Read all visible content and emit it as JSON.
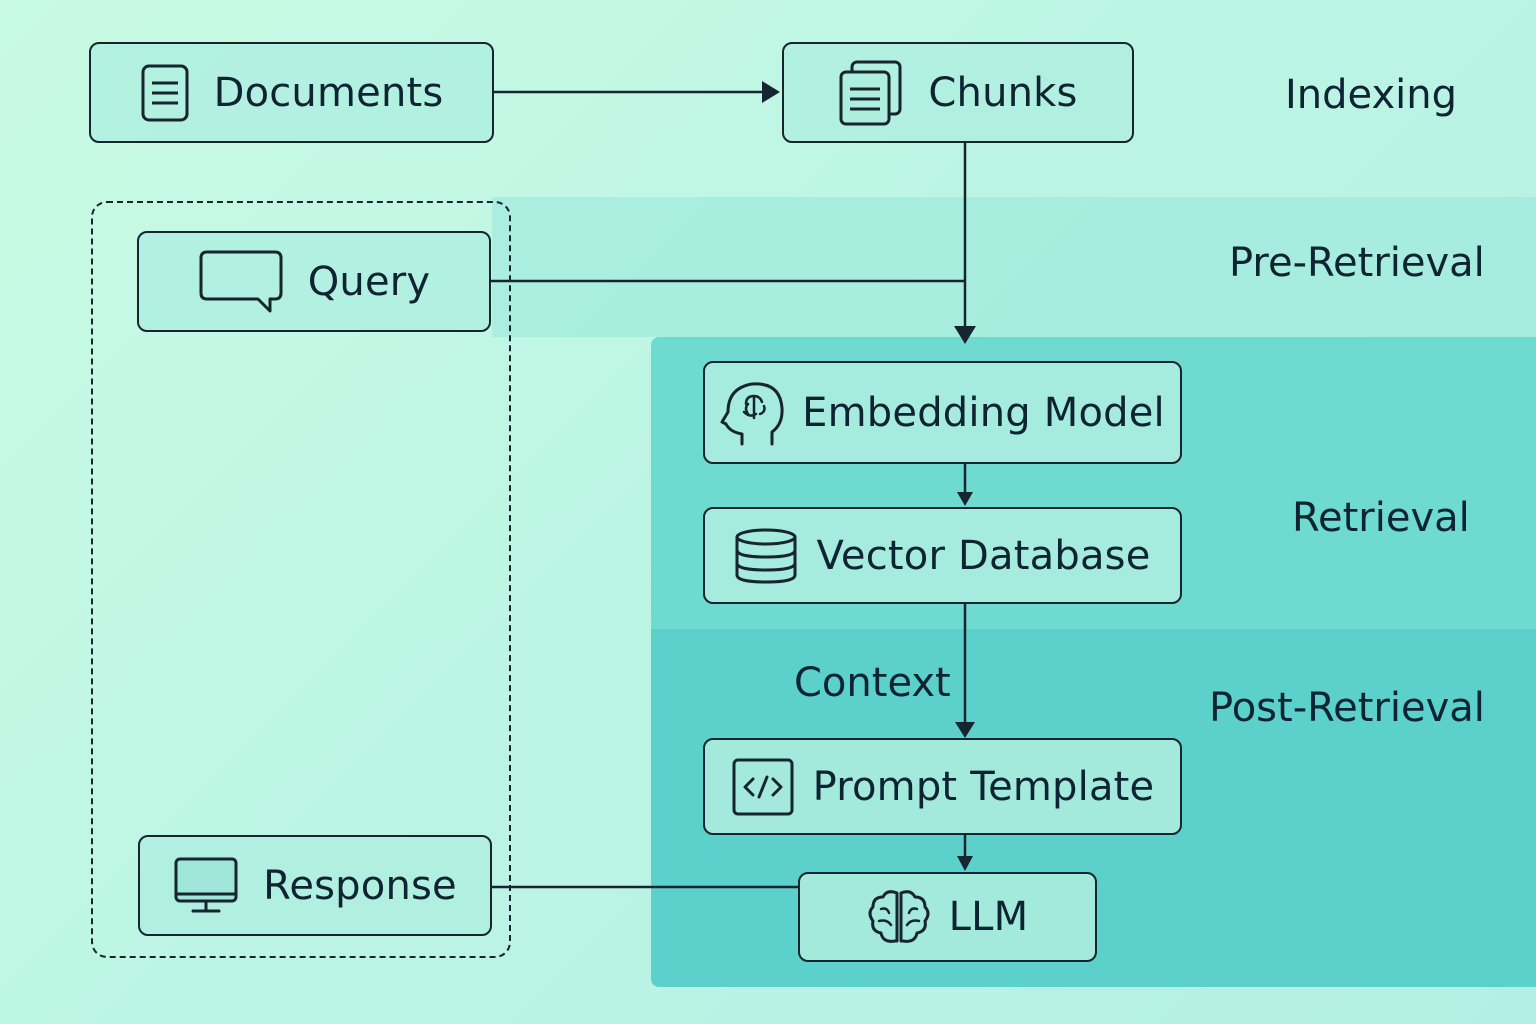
{
  "nodes": {
    "documents": {
      "label": "Documents",
      "icon": "document-icon"
    },
    "chunks": {
      "label": "Chunks",
      "icon": "stacked-documents-icon"
    },
    "query": {
      "label": "Query",
      "icon": "speech-bubble-icon"
    },
    "embedding_model": {
      "label": "Embedding Model",
      "icon": "brain-head-icon"
    },
    "vector_database": {
      "label": "Vector Database",
      "icon": "database-icon"
    },
    "prompt_template": {
      "label": "Prompt Template",
      "icon": "code-icon"
    },
    "llm": {
      "label": "LLM",
      "icon": "brain-icon"
    },
    "response": {
      "label": "Response",
      "icon": "monitor-icon"
    }
  },
  "stages": {
    "indexing": "Indexing",
    "pre_retrieval": "Pre-Retrieval",
    "retrieval": "Retrieval",
    "post_retrieval": "Post-Retrieval"
  },
  "edge_labels": {
    "context": "Context"
  },
  "colors": {
    "background": "#c9fbe3",
    "pre_retrieval_band": "#9fe9dc",
    "retrieval_band": "#6fdad0",
    "post_retrieval_band": "#5cd0ca",
    "node_fill": "#afeee1",
    "stroke": "#16252f"
  }
}
